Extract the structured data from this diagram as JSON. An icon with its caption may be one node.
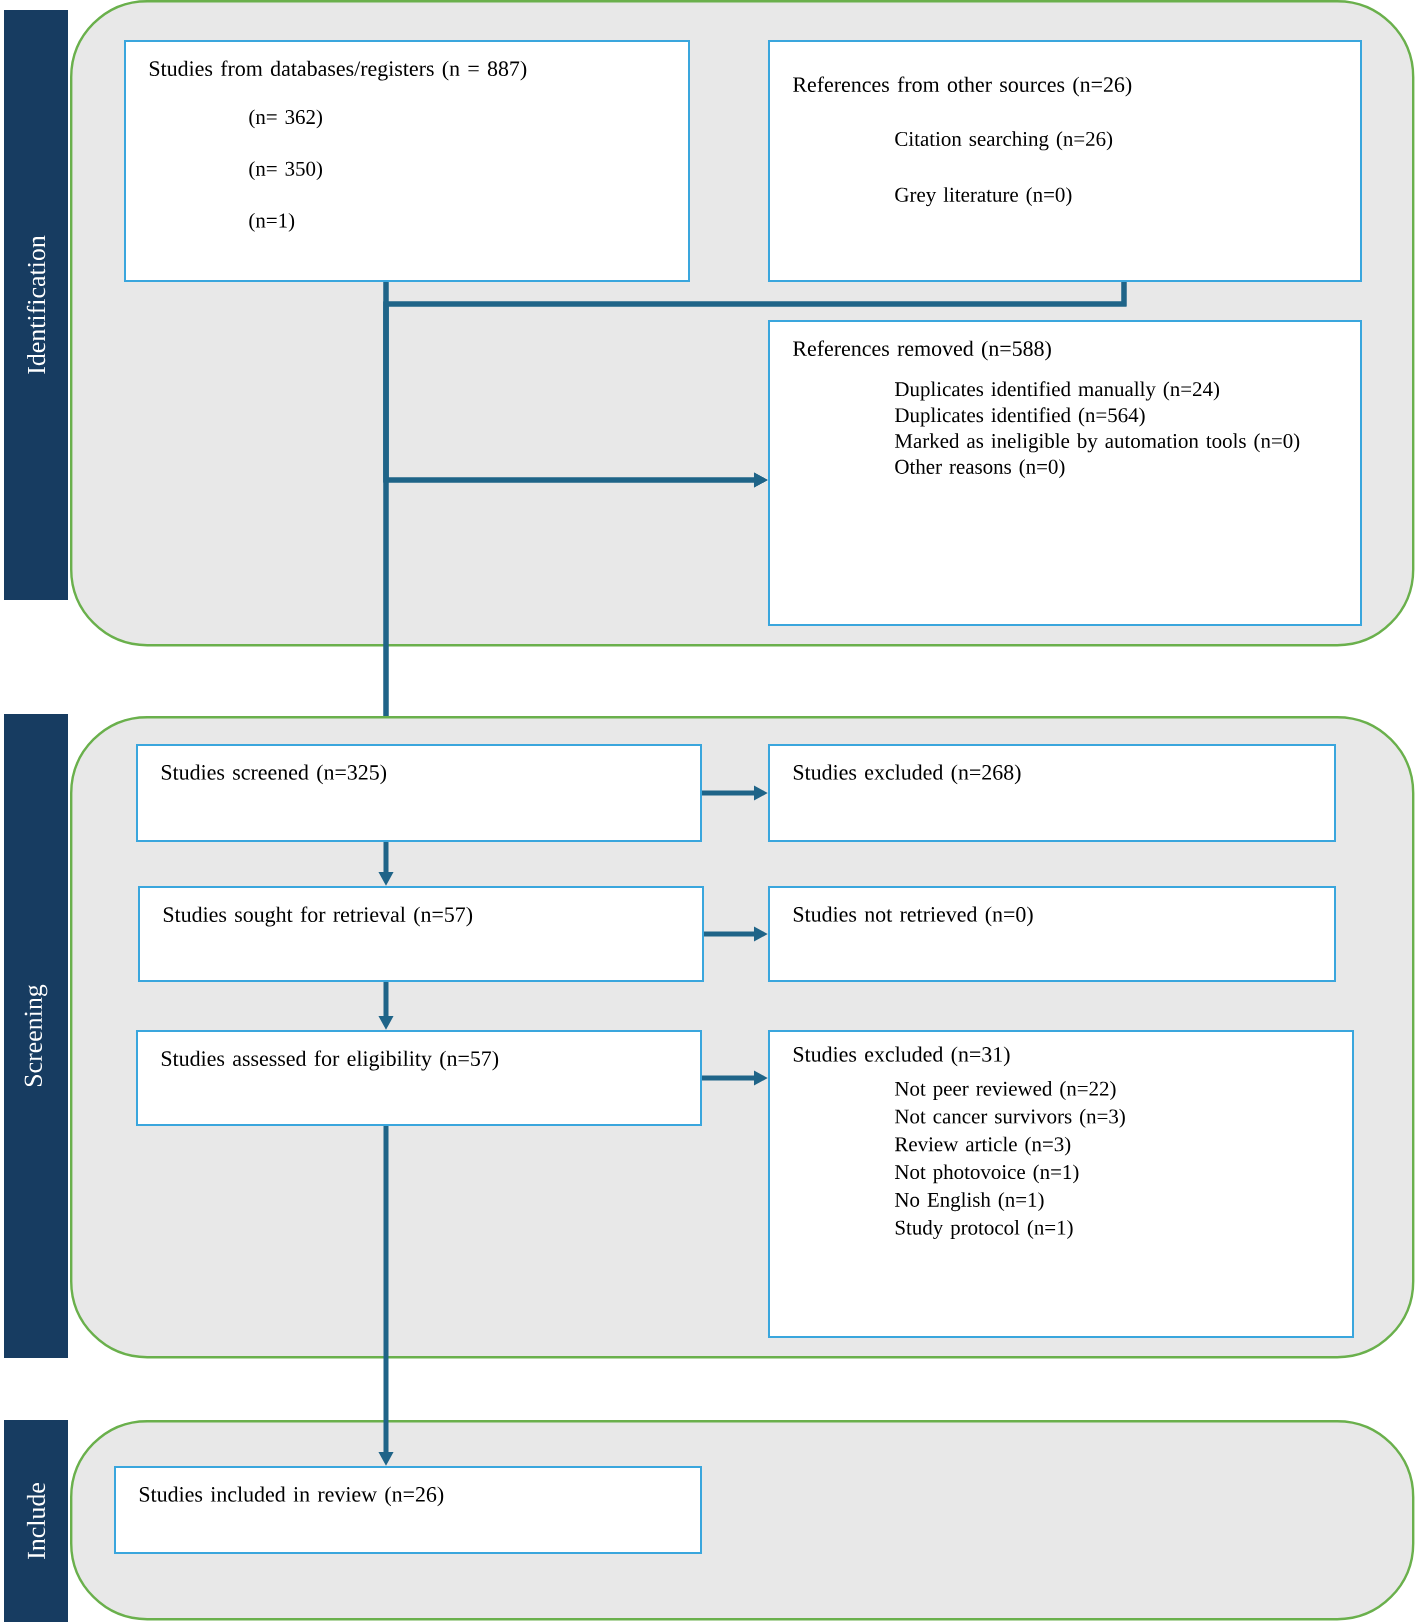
{
  "diagram": {
    "nodes": [
      {
        "text": [
          "Identification"
        ]
      },
      {
        "text": [
          "Studies from databases/registers (n = 887)",
          "(n= 362)",
          "(n= 350)",
          "(n=1)"
        ],
        "in": 0
      },
      {
        "text": [
          "References from other sources (n=26)",
          "Citation searching (n=26)",
          "Grey literature (n=0)"
        ],
        "in": 0
      },
      {
        "text": [
          "References removed (n=588)",
          "Duplicates identified manually (n=24)",
          "Duplicates identified (n=564)",
          "Marked as ineligible by automation tools (n=0)",
          "Other reasons (n=0)"
        ],
        "in": 0
      },
      {
        "text": [
          "Screening"
        ]
      },
      {
        "text": [
          "Studies screened (n=325)"
        ],
        "in": 4
      },
      {
        "text": [
          "Studies excluded (n=268)"
        ],
        "in": 4
      },
      {
        "text": [
          "Studies sought for retrieval (n=57)"
        ],
        "in": 4
      },
      {
        "text": [
          "Studies not retrieved (n=0)"
        ],
        "in": 4
      },
      {
        "text": [
          "Studies assessed for eligibility (n=57)"
        ],
        "in": 4
      },
      {
        "text": [
          "Studies excluded (n=31)",
          "Not peer reviewed (n=22)",
          "Not cancer survivors (n=3)",
          "Review article (n=3)",
          "Not photovoice (n=1)",
          "No English (n=1)",
          "Study protocol (n=1)"
        ],
        "in": 4
      },
      {
        "text": [
          "Include"
        ]
      },
      {
        "text": [
          "Studies included in review (n=26)"
        ],
        "in": 11
      }
    ],
    "edges": [
      {
        "from": 1,
        "to": 3,
        "arrow": "to"
      },
      {
        "from": 2,
        "to": 3,
        "arrow": "to"
      },
      {
        "from": 1,
        "to": 4,
        "arrow": "none"
      },
      {
        "from": 2,
        "to": 4,
        "arrow": "none"
      },
      {
        "from": 5,
        "to": 6,
        "arrow": "to"
      },
      {
        "from": 5,
        "to": 7,
        "arrow": "to"
      },
      {
        "from": 7,
        "to": 8,
        "arrow": "to"
      },
      {
        "from": 7,
        "to": 9,
        "arrow": "to"
      },
      {
        "from": 9,
        "to": 10,
        "arrow": "to"
      },
      {
        "from": 9,
        "to": 12,
        "arrow": "to"
      }
    ]
  }
}
